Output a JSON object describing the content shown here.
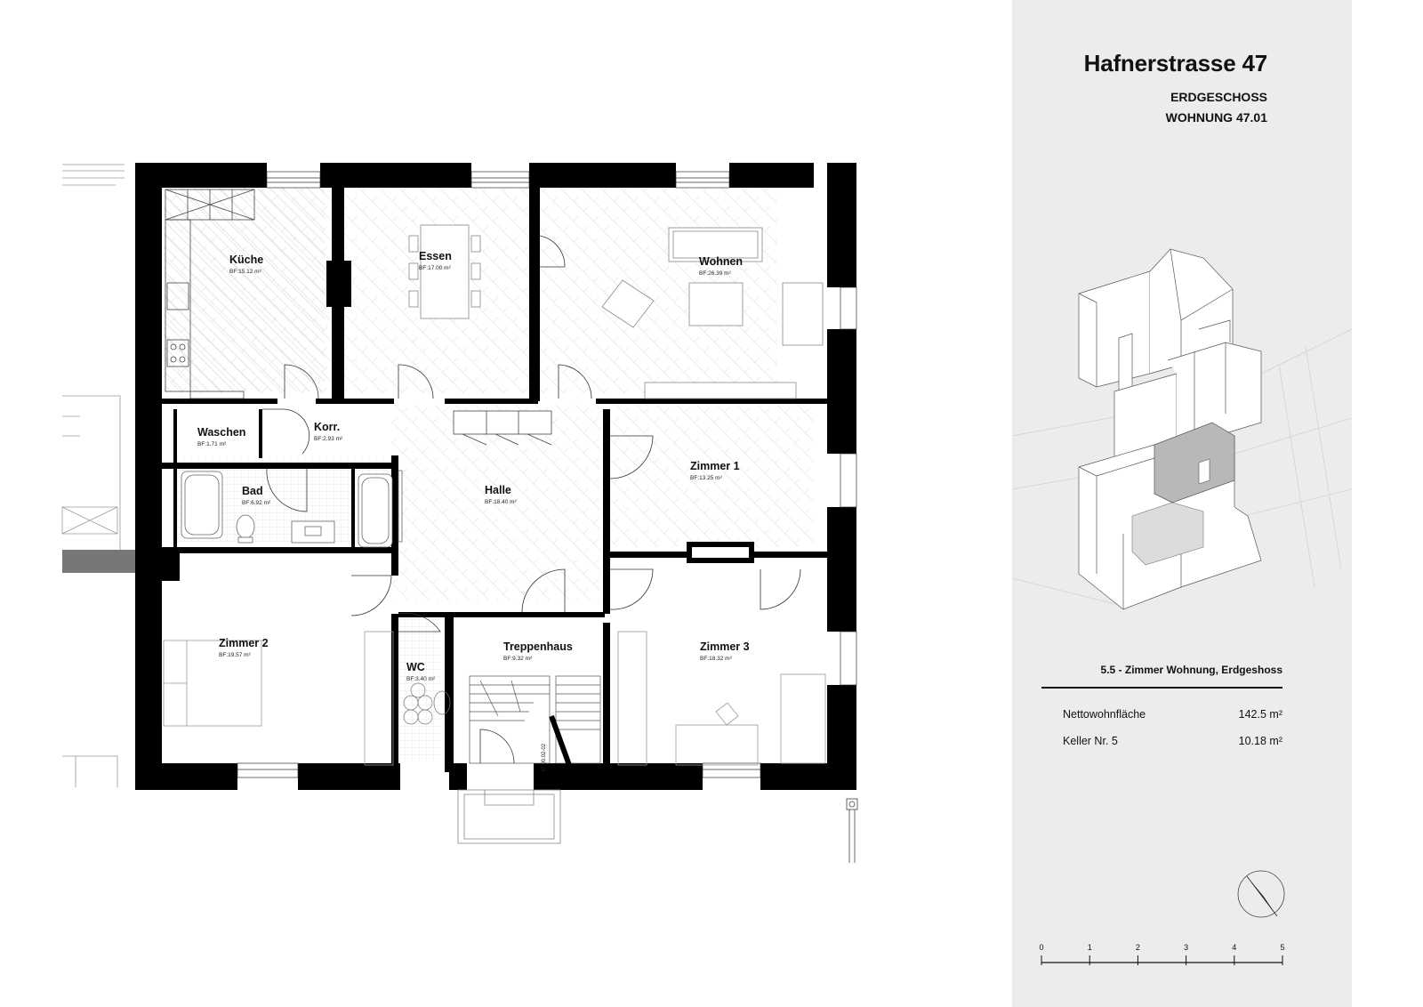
{
  "header": {
    "address": "Hafnerstrasse 47",
    "floor": "ERDGESCHOSS",
    "apartment": "WOHNUNG 47.01"
  },
  "rooms": [
    {
      "name": "Küche",
      "area": "BF:15.12 m²"
    },
    {
      "name": "Essen",
      "area": "BF:17.00 m²"
    },
    {
      "name": "Wohnen",
      "area": "BF:26.39 m²"
    },
    {
      "name": "Waschen",
      "area": "BF:1.71 m²"
    },
    {
      "name": "Korr.",
      "area": "BF:2.93 m²"
    },
    {
      "name": "Bad",
      "area": "BF:6.92 m²"
    },
    {
      "name": "Halle",
      "area": "BF:18.40 m²"
    },
    {
      "name": "Zimmer 1",
      "area": "BF:13.25 m²"
    },
    {
      "name": "Zimmer 2",
      "area": "BF:19.57 m²"
    },
    {
      "name": "WC",
      "area": "BF:3.40 m²"
    },
    {
      "name": "Treppenhaus",
      "area": "BF:9.32 m²"
    },
    {
      "name": "Zimmer 3",
      "area": "BF:18.32 m²"
    }
  ],
  "stair_stamp": "47.00.02-02",
  "summary": {
    "heading": "5.5 - Zimmer Wohnung, Erdgeshoss",
    "rows": [
      {
        "label": "Nettowohnfläche",
        "value": "142.5 m²"
      },
      {
        "label": "Keller Nr. 5",
        "value": "10.18 m²"
      }
    ]
  },
  "scale": {
    "ticks": [
      "0",
      "1",
      "2",
      "3",
      "4",
      "5"
    ]
  },
  "colors": {
    "wall": "#000000",
    "sidebar": "#ececec",
    "highlight": "#b8b8b8",
    "line": "#555555"
  },
  "icons": {
    "north": "north-arrow-icon"
  }
}
